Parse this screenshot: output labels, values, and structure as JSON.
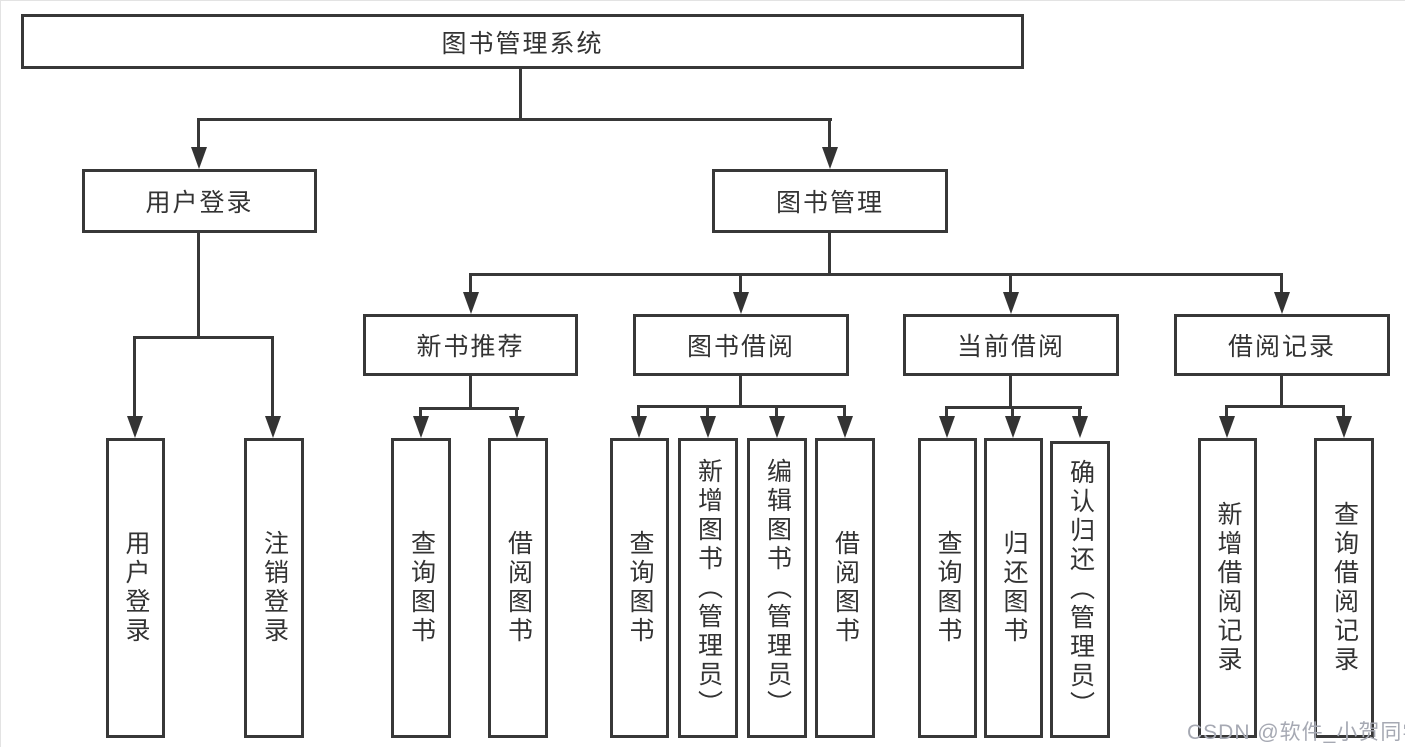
{
  "diagram": {
    "title": "图书管理系统",
    "colors": {
      "line": "#383838",
      "text": "#333333",
      "watermark_text": "#a6a9b3",
      "background": "#ffffff"
    },
    "labels": {
      "root": "图书管理系统",
      "user_login": "用户登录",
      "book_mgmt": "图书管理",
      "new_book_rec": "新书推荐",
      "book_borrow": "图书借阅",
      "current_borrow": "当前借阅",
      "borrow_records": "借阅记录",
      "leaf_user_login": "用户登录",
      "leaf_logout": "注销登录",
      "leaf_query_books_1": "查询图书",
      "leaf_borrow_books_1": "借阅图书",
      "leaf_query_books_2": "查询图书",
      "leaf_add_books_admin": "新增图书（管理员）",
      "leaf_edit_books_admin": "编辑图书（管理员）",
      "leaf_borrow_books_2": "借阅图书",
      "leaf_query_books_3": "查询图书",
      "leaf_return_books": "归还图书",
      "leaf_confirm_return_admin": "确认归还（管理员）",
      "leaf_add_borrow_record": "新增借阅记录",
      "leaf_query_borrow_record": "查询借阅记录"
    },
    "structure": {
      "图书管理系统": {
        "用户登录": [
          "用户登录",
          "注销登录"
        ],
        "图书管理": {
          "新书推荐": [
            "查询图书",
            "借阅图书"
          ],
          "图书借阅": [
            "查询图书",
            "新增图书（管理员）",
            "编辑图书（管理员）",
            "借阅图书"
          ],
          "当前借阅": [
            "查询图书",
            "归还图书",
            "确认归还（管理员）"
          ],
          "借阅记录": [
            "新增借阅记录",
            "查询借阅记录"
          ]
        }
      }
    },
    "watermark": "CSDN @软件_小贺同学"
  }
}
